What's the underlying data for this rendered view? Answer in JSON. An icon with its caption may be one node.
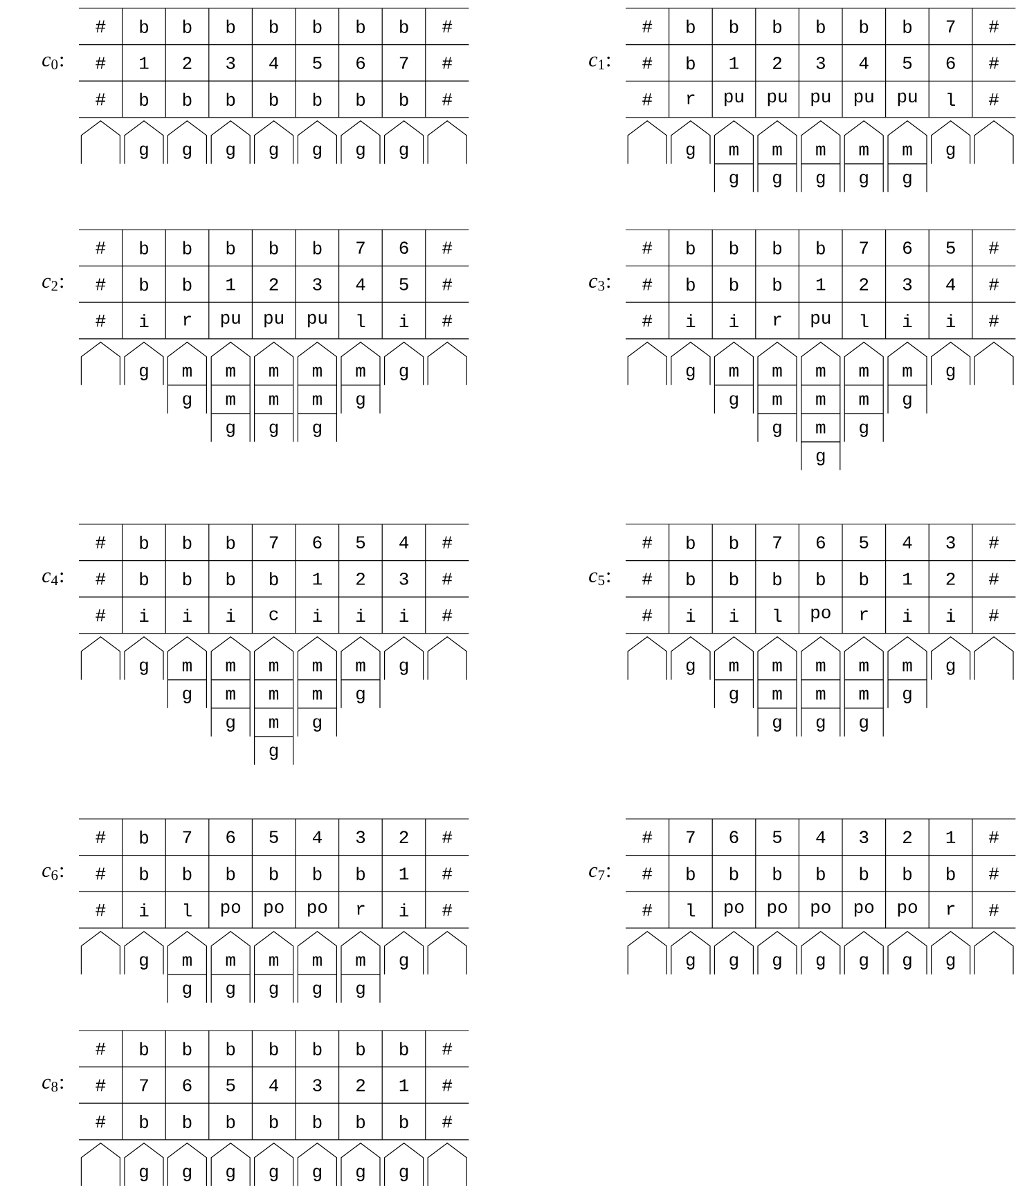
{
  "diagram": {
    "nodes": [
      {
        "text": [],
        "shape": "pentagon"
      },
      {
        "text": [
          "g"
        ]
      },
      {
        "text": [
          "g"
        ]
      },
      {
        "text": [
          "g"
        ]
      },
      {
        "text": [
          "g"
        ]
      },
      {
        "text": [
          "g"
        ]
      },
      {
        "text": [
          "g"
        ]
      },
      {
        "text": [
          "g"
        ]
      },
      {
        "text": [],
        "shape": "pentagon"
      },
      {
        "text": [],
        "shape": "pentagon"
      },
      {
        "text": [
          "g"
        ]
      },
      {
        "text": [
          "m",
          "g"
        ]
      },
      {
        "text": [
          "m",
          "g"
        ]
      },
      {
        "text": [
          "m",
          "g"
        ]
      },
      {
        "text": [
          "m",
          "g"
        ]
      },
      {
        "text": [
          "m",
          "g"
        ]
      },
      {
        "text": [
          "g"
        ]
      },
      {
        "text": [],
        "shape": "pentagon"
      },
      {
        "text": [],
        "shape": "pentagon"
      },
      {
        "text": [
          "g"
        ]
      },
      {
        "text": [
          "m",
          "g"
        ]
      },
      {
        "text": [
          "m",
          "m",
          "g"
        ]
      },
      {
        "text": [
          "m",
          "m",
          "g"
        ]
      },
      {
        "text": [
          "m",
          "m",
          "g"
        ]
      },
      {
        "text": [
          "m",
          "g"
        ]
      },
      {
        "text": [
          "g"
        ]
      },
      {
        "text": [],
        "shape": "pentagon"
      },
      {
        "text": [],
        "shape": "pentagon"
      },
      {
        "text": [
          "g"
        ]
      },
      {
        "text": [
          "m",
          "g"
        ]
      },
      {
        "text": [
          "m",
          "m",
          "g"
        ]
      },
      {
        "text": [
          "m",
          "m",
          "m",
          "g"
        ]
      },
      {
        "text": [
          "m",
          "m",
          "g"
        ]
      },
      {
        "text": [
          "m",
          "g"
        ]
      },
      {
        "text": [
          "g"
        ]
      },
      {
        "text": [],
        "shape": "pentagon"
      },
      {
        "text": [],
        "shape": "pentagon"
      },
      {
        "text": [
          "g"
        ]
      },
      {
        "text": [
          "m",
          "g"
        ]
      },
      {
        "text": [
          "m",
          "m",
          "g"
        ]
      },
      {
        "text": [
          "m",
          "m",
          "m",
          "g"
        ]
      },
      {
        "text": [
          "m",
          "m",
          "g"
        ]
      },
      {
        "text": [
          "m",
          "g"
        ]
      },
      {
        "text": [
          "g"
        ]
      },
      {
        "text": [],
        "shape": "pentagon"
      },
      {
        "text": [],
        "shape": "pentagon"
      },
      {
        "text": [
          "g"
        ]
      },
      {
        "text": [
          "m",
          "g"
        ]
      },
      {
        "text": [
          "m",
          "m",
          "g"
        ]
      },
      {
        "text": [
          "m",
          "m",
          "g"
        ]
      },
      {
        "text": [
          "m",
          "m",
          "g"
        ]
      },
      {
        "text": [
          "m",
          "g"
        ]
      },
      {
        "text": [
          "g"
        ]
      },
      {
        "text": [],
        "shape": "pentagon"
      },
      {
        "text": [],
        "shape": "pentagon"
      },
      {
        "text": [
          "g"
        ]
      },
      {
        "text": [
          "m",
          "g"
        ]
      },
      {
        "text": [
          "m",
          "g"
        ]
      },
      {
        "text": [
          "m",
          "g"
        ]
      },
      {
        "text": [
          "m",
          "g"
        ]
      },
      {
        "text": [
          "m",
          "g"
        ]
      },
      {
        "text": [
          "g"
        ]
      },
      {
        "text": [],
        "shape": "pentagon"
      },
      {
        "text": [],
        "shape": "pentagon"
      },
      {
        "text": [
          "g"
        ]
      },
      {
        "text": [
          "g"
        ]
      },
      {
        "text": [
          "g"
        ]
      },
      {
        "text": [
          "g"
        ]
      },
      {
        "text": [
          "g"
        ]
      },
      {
        "text": [
          "g"
        ]
      },
      {
        "text": [
          "g"
        ]
      },
      {
        "text": [],
        "shape": "pentagon"
      },
      {
        "text": [],
        "shape": "pentagon"
      },
      {
        "text": [
          "g"
        ]
      },
      {
        "text": [
          "g"
        ]
      },
      {
        "text": [
          "g"
        ]
      },
      {
        "text": [
          "g"
        ]
      },
      {
        "text": [
          "g"
        ]
      },
      {
        "text": [
          "g"
        ]
      },
      {
        "text": [
          "g"
        ]
      },
      {
        "text": [],
        "shape": "pentagon"
      }
    ],
    "labels": [
      "*c*$_{0}$:",
      "#",
      "b",
      "b",
      "b",
      "b",
      "b",
      "b",
      "b",
      "#",
      "#",
      "1",
      "2",
      "3",
      "4",
      "5",
      "6",
      "7",
      "#",
      "#",
      "b",
      "b",
      "b",
      "b",
      "b",
      "b",
      "b",
      "#",
      "*c*$_{1}$:",
      "#",
      "b",
      "b",
      "b",
      "b",
      "b",
      "b",
      "7",
      "#",
      "#",
      "b",
      "1",
      "2",
      "3",
      "4",
      "5",
      "6",
      "#",
      "#",
      "r",
      "pu",
      "pu",
      "pu",
      "pu",
      "pu",
      "l",
      "#",
      "*c*$_{2}$:",
      "#",
      "b",
      "b",
      "b",
      "b",
      "b",
      "7",
      "6",
      "#",
      "#",
      "b",
      "b",
      "1",
      "2",
      "3",
      "4",
      "5",
      "#",
      "#",
      "i",
      "r",
      "pu",
      "pu",
      "pu",
      "l",
      "i",
      "#",
      "*c*$_{3}$:",
      "#",
      "b",
      "b",
      "b",
      "b",
      "7",
      "6",
      "5",
      "#",
      "#",
      "b",
      "b",
      "b",
      "1",
      "2",
      "3",
      "4",
      "#",
      "#",
      "i",
      "i",
      "r",
      "pu",
      "l",
      "i",
      "i",
      "#",
      "*c*$_{4}$:",
      "#",
      "b",
      "b",
      "b",
      "7",
      "6",
      "5",
      "4",
      "#",
      "#",
      "b",
      "b",
      "b",
      "b",
      "1",
      "2",
      "3",
      "#",
      "#",
      "i",
      "i",
      "i",
      "c",
      "i",
      "i",
      "i",
      "#",
      "*c*$_{5}$:",
      "#",
      "b",
      "b",
      "7",
      "6",
      "5",
      "4",
      "3",
      "#",
      "#",
      "b",
      "b",
      "b",
      "b",
      "b",
      "1",
      "2",
      "#",
      "#",
      "i",
      "i",
      "l",
      "po",
      "r",
      "i",
      "i",
      "#",
      "*c*$_{6}$:",
      "#",
      "b",
      "7",
      "6",
      "5",
      "4",
      "3",
      "2",
      "#",
      "#",
      "b",
      "b",
      "b",
      "b",
      "b",
      "b",
      "1",
      "#",
      "#",
      "i",
      "l",
      "po",
      "po",
      "po",
      "r",
      "i",
      "#",
      "*c*$_{7}$:",
      "#",
      "7",
      "6",
      "5",
      "4",
      "3",
      "2",
      "1",
      "#",
      "#",
      "b",
      "b",
      "b",
      "b",
      "b",
      "b",
      "b",
      "#",
      "#",
      "l",
      "po",
      "po",
      "po",
      "po",
      "po",
      "r",
      "#",
      "*c*$_{8}$:",
      "#",
      "b",
      "b",
      "b",
      "b",
      "b",
      "b",
      "b",
      "#",
      "#",
      "7",
      "6",
      "5",
      "4",
      "3",
      "2",
      "1",
      "#",
      "#",
      "b",
      "b",
      "b",
      "b",
      "b",
      "b",
      "b",
      "#"
    ]
  }
}
